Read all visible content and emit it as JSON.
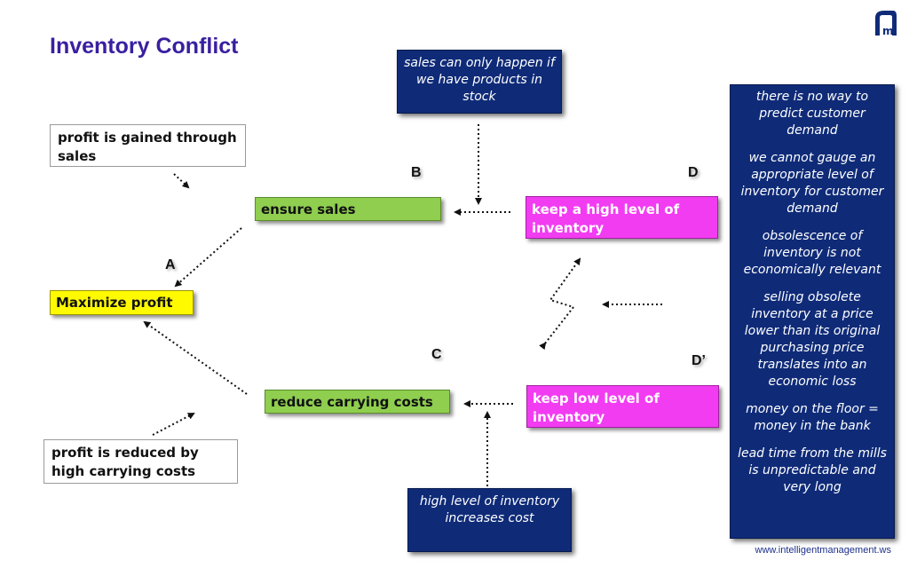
{
  "title": "Inventory Conflict",
  "footer": "www.intelligentmanagement.ws",
  "logo": {
    "text": "m",
    "icon": "intelligent-management-logo"
  },
  "letters": {
    "a": "A",
    "b": "B",
    "c": "C",
    "d": "D",
    "d_prime": "D’"
  },
  "boxes": {
    "a": "Maximize profit",
    "b": "ensure sales",
    "c": "reduce carrying costs",
    "d": "keep a high level of inventory",
    "d_prime": "keep low level of inventory"
  },
  "notes": {
    "profit_gained": "profit is gained through sales",
    "profit_reduced": "profit is reduced by high carrying costs",
    "sales_assumption": "sales can only happen if we have products in stock",
    "cost_assumption": "high level of inventory increases cost"
  },
  "side_panel": [
    "there is no way to predict customer demand",
    "we cannot gauge an appropriate level of inventory for customer demand",
    "obsolescence of inventory is not economically relevant",
    "selling obsolete inventory at a price lower than its original purchasing price translates into an economic loss",
    "money on the floor = money in the bank",
    "lead time from the mills is unpredictable and very long"
  ],
  "colors": {
    "title": "#3a1fa0",
    "green": "#8fce4f",
    "yellow": "#fffa00",
    "magenta": "#f23cf2",
    "navy": "#0f2b78"
  }
}
